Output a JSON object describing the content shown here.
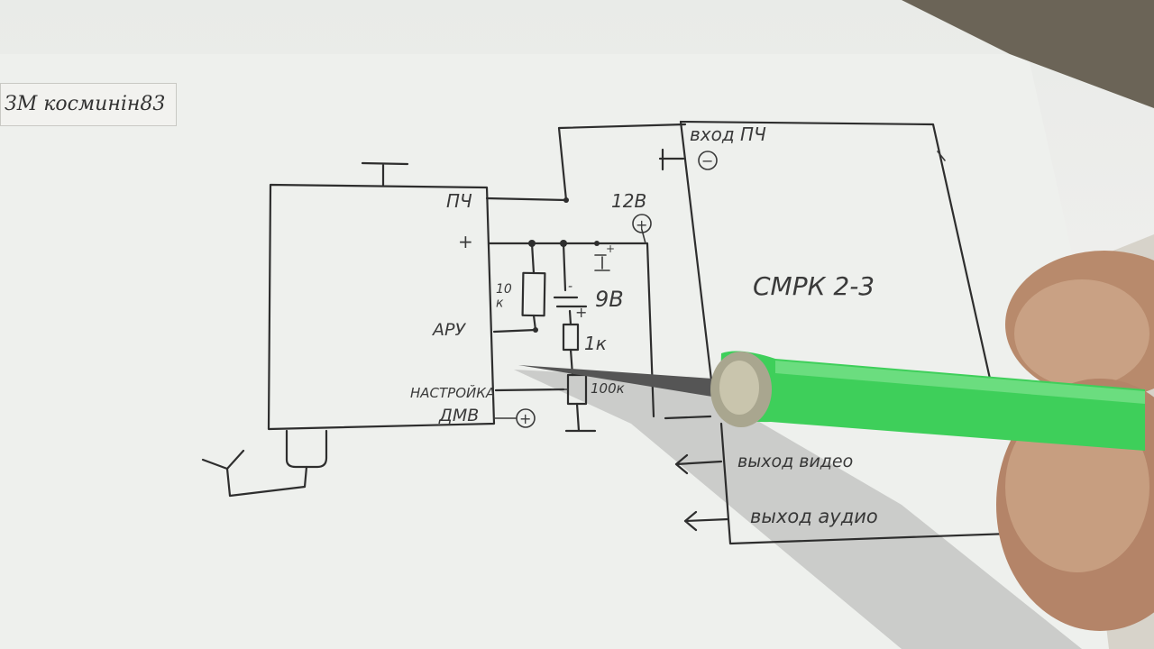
{
  "watermark": "ЗМ косминін83",
  "left_block": {
    "pch_label": "ПЧ",
    "plus_label": "+",
    "agc_label": "АРУ",
    "tuning_label": "НАСТРОЙКА",
    "dmv_label": "ДМВ",
    "dmv_terminal": "+"
  },
  "components": {
    "resistor_10k": "10\nк",
    "battery_9v": "9В",
    "resistor_1k": "1к",
    "pot_100k": "100к",
    "supply_12v": "12В",
    "supply_terminal": "+",
    "cap_mark": "I"
  },
  "right_block": {
    "input_label": "вход ПЧ",
    "input_terminal": "−",
    "title": "СМРК 2-3",
    "video_out": "выход видео",
    "audio_out": "выход аудио"
  },
  "colors": {
    "paper": "#ecedea",
    "ink": "#2e2e2e",
    "pen_body": "#3ecf5a",
    "skin": "#c9a184"
  }
}
